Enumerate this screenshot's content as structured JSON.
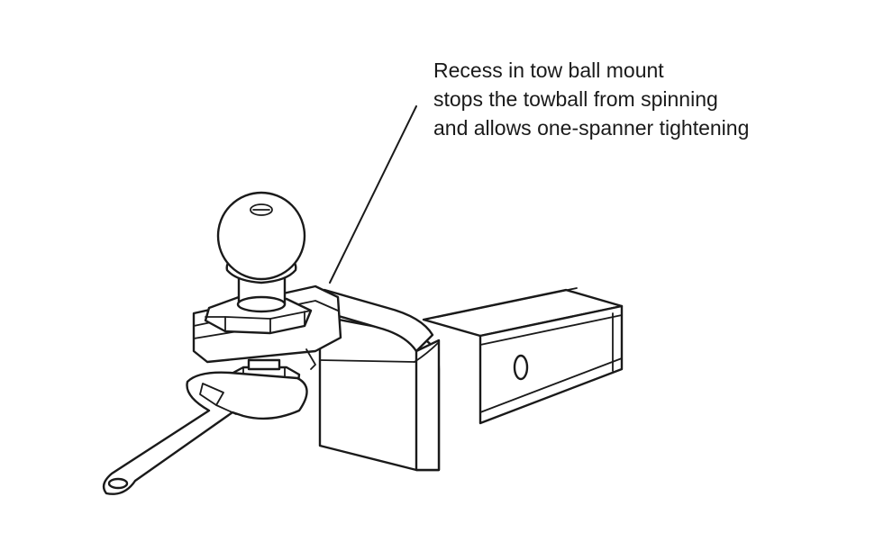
{
  "callout": {
    "lines": [
      "Recess in tow ball mount",
      "stops the towball from spinning",
      "and allows one-spanner tightening"
    ]
  }
}
